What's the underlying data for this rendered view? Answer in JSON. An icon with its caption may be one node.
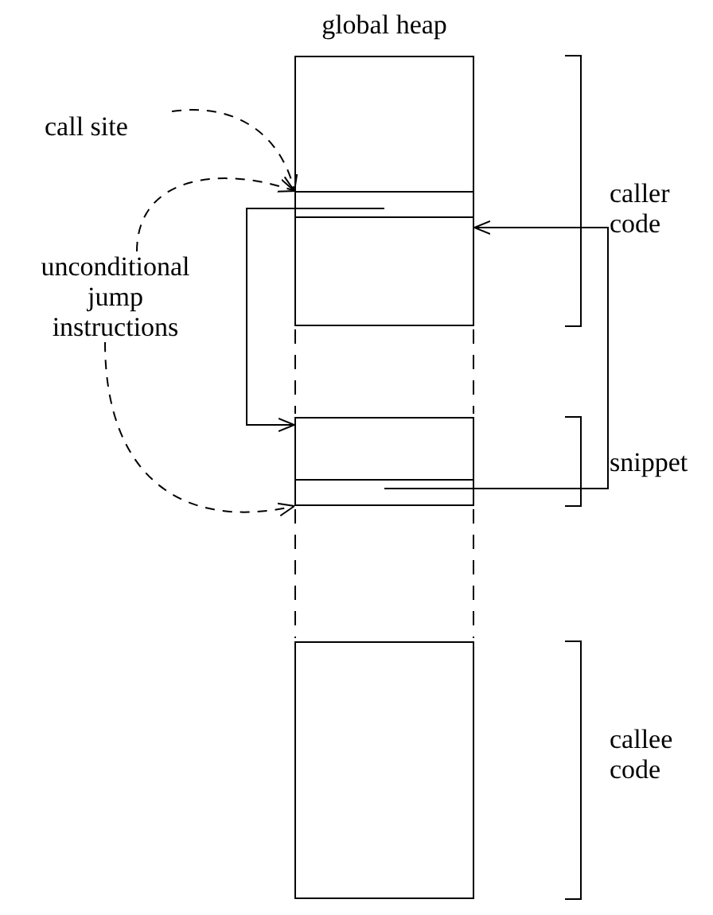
{
  "diagram": {
    "title": "global heap",
    "nodes": [
      {
        "text": [
          "call site"
        ]
      },
      {
        "text": [
          "unconditional jump instructions"
        ]
      },
      {
        "text": [],
        "shape": "box"
      },
      {
        "text": [],
        "shape": "box",
        "in": 2
      },
      {
        "text": [],
        "shape": "box"
      },
      {
        "text": [],
        "shape": "box",
        "in": 4
      },
      {
        "text": [],
        "shape": "box"
      }
    ],
    "edges": [
      {
        "from": 0,
        "to": 3,
        "arrow": "to",
        "style": "dashed"
      },
      {
        "from": 1,
        "to": 3,
        "arrow": "to",
        "style": "dashed"
      },
      {
        "from": 1,
        "to": 5,
        "arrow": "to",
        "style": "dashed"
      },
      {
        "from": 3,
        "to": 4,
        "arrow": "to"
      },
      {
        "from": 5,
        "to": 2,
        "arrow": "to"
      }
    ],
    "labels": [
      "caller code",
      "snippet",
      "callee code"
    ]
  }
}
